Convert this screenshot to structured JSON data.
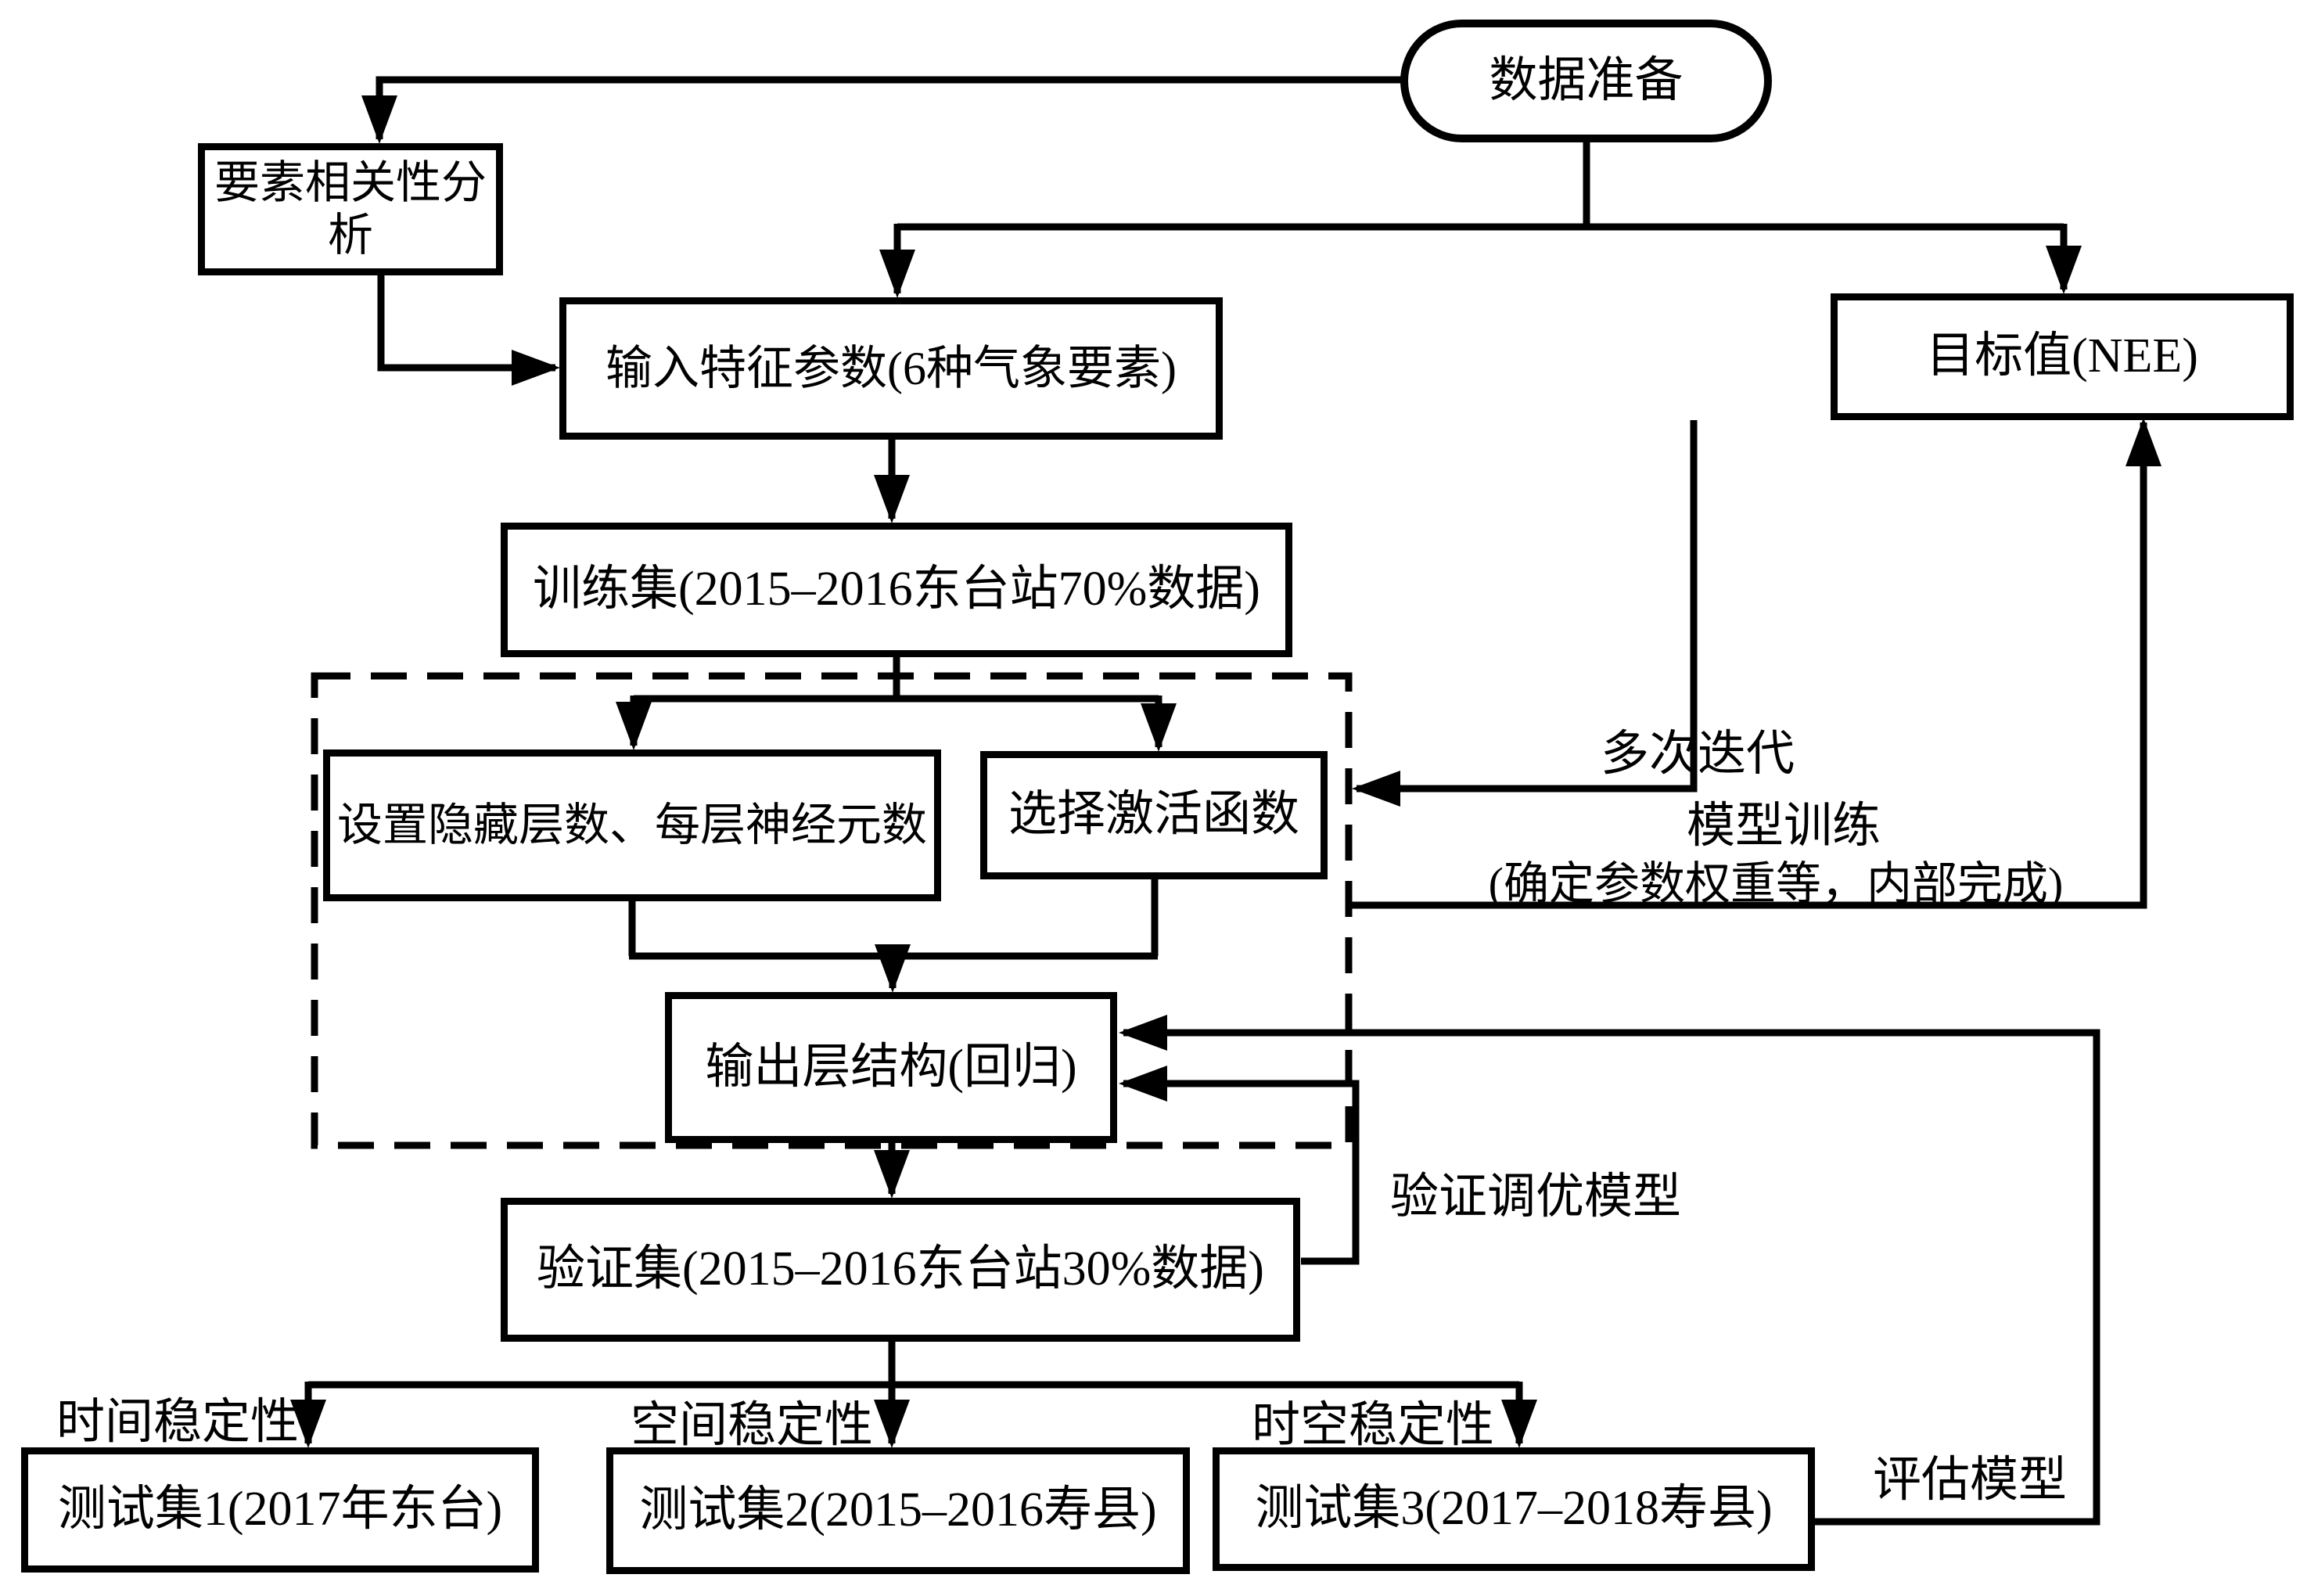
{
  "nodes": {
    "start": "数据准备",
    "correlation": "要素相关性分析",
    "input": "输入特征参数(6种气象要素)",
    "target": "目标值(NEE)",
    "train": "训练集(2015–2016东台站70%数据)",
    "hidden_layers": "设置隐藏层数、每层神经元数",
    "activation": "选择激活函数",
    "output_layer": "输出层结构(回归)",
    "validation": "验证集(2015–2016东台站30%数据)",
    "test1": "测试集1(2017年东台)",
    "test2": "测试集2(2015–2016寿县)",
    "test3": "测试集3(2017–2018寿县)"
  },
  "labels": {
    "iterations": "多次迭代",
    "model_training": "模型训练",
    "model_training_note": "(确定参数权重等，内部完成)",
    "validate_tune": "验证调优模型",
    "temporal_stability": "时间稳定性",
    "spatial_stability": "空间稳定性",
    "spatiotemporal_stability": "时空稳定性",
    "evaluate_model": "评估模型"
  },
  "colors": {
    "line": "#000000",
    "background": "#ffffff",
    "text": "#000000"
  }
}
